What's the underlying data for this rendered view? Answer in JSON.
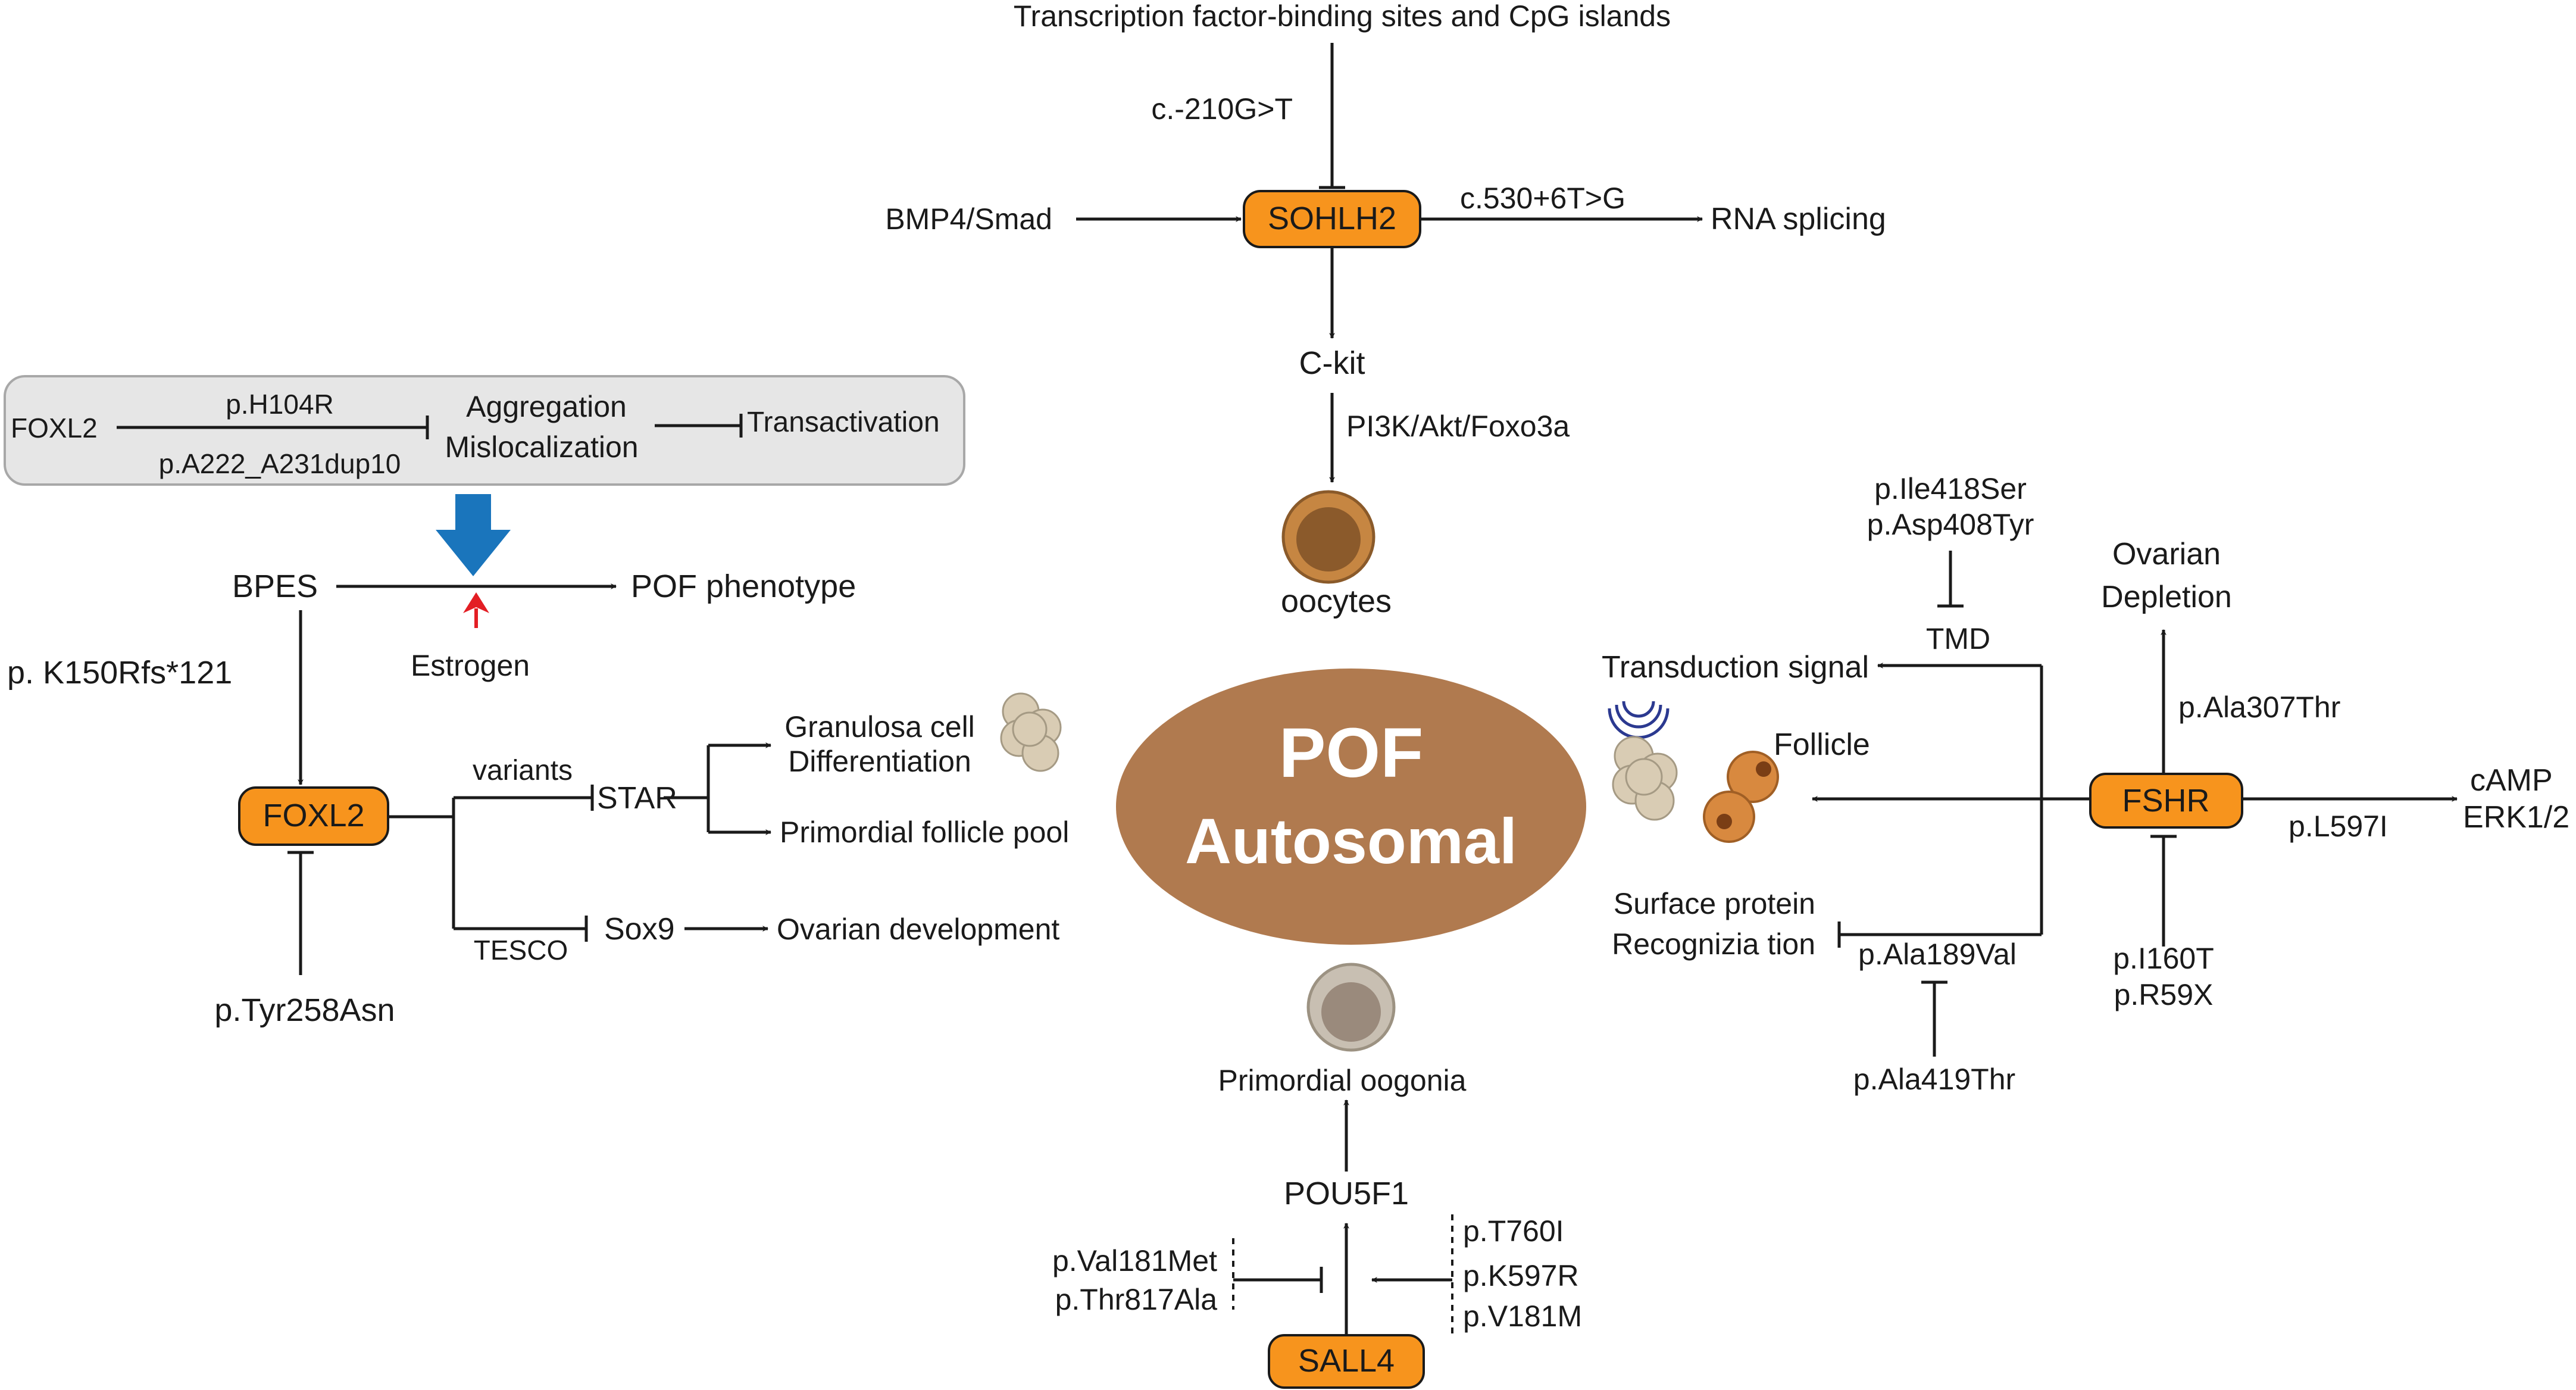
{
  "top": {
    "sites": "Transcription factor-binding sites and CpG islands",
    "c210": "c.-210G>T",
    "bmp4": "BMP4/Smad",
    "sohlh2": "SOHLH2",
    "c530": "c.530+6T>G",
    "rna": "RNA splicing",
    "ckit": "C-kit",
    "pi3k": "PI3K/Akt/Foxo3a",
    "oocytes": "oocytes"
  },
  "center": {
    "line1": "POF",
    "line2": "Autosomal"
  },
  "left": {
    "box_foxl2": "FOXL2",
    "h104r": "p.H104R",
    "a222": "p.A222_A231dup10",
    "aggregation": "Aggregation",
    "mislocalization": "Mislocalization",
    "transactivation": "Transactivation",
    "bpes": "BPES",
    "pof_phenotype": "POF phenotype",
    "estrogen": "Estrogen",
    "k150": "p. K150Rfs*121",
    "foxl2": "FOXL2",
    "variants": "variants",
    "star": "STAR",
    "granulosa1": "Granulosa cell",
    "granulosa2": "Differentiation",
    "primordial_pool": "Primordial follicle pool",
    "tesco": "TESCO",
    "sox9": "Sox9",
    "ovarian_dev": "Ovarian development",
    "tyr258": "p.Tyr258Asn"
  },
  "right": {
    "ile418": "p.Ile418Ser",
    "asp408": "p.Asp408Tyr",
    "tmd": "TMD",
    "transduction": "Transduction signal",
    "follicle": "Follicle",
    "surface1": "Surface protein",
    "surface2": "Recognizia tion",
    "ala189": "p.Ala189Val",
    "ala419": "p.Ala419Thr",
    "ovarian1": "Ovarian",
    "ovarian2": "Depletion",
    "ala307": "p.Ala307Thr",
    "fshr": "FSHR",
    "camp": "cAMP",
    "erk": "ERK1/2",
    "l597i": "p.L597I",
    "i160t": "p.I160T",
    "r59x": "p.R59X"
  },
  "bottom": {
    "primordial_oogonia": "Primordial oogonia",
    "pou5f1": "POU5F1",
    "val181": "p.Val181Met",
    "thr817": "p.Thr817Ala",
    "t760i": "p.T760I",
    "k597r": "p.K597R",
    "v181m": "p.V181M",
    "sall4": "SALL4"
  },
  "colors": {
    "gene_box": "#f7941d",
    "ellipse": "#b07a4f",
    "panel": "#e6e6e6",
    "blue_arrow": "#1a75bc",
    "red_arrow": "#e31e24",
    "oocyte_outer": "#c68642",
    "oocyte_inner": "#8b5a2b",
    "oogonia_outer": "#c8bfb2",
    "oogonia_inner": "#9a8a7c",
    "granulosa": "#d9ccb4",
    "signal_arcs": "#2b3990"
  },
  "icons": [
    "oocyte-icon",
    "oogonia-icon",
    "granulosa-cluster-icon",
    "follicle-icon",
    "signal-waves-icon"
  ]
}
